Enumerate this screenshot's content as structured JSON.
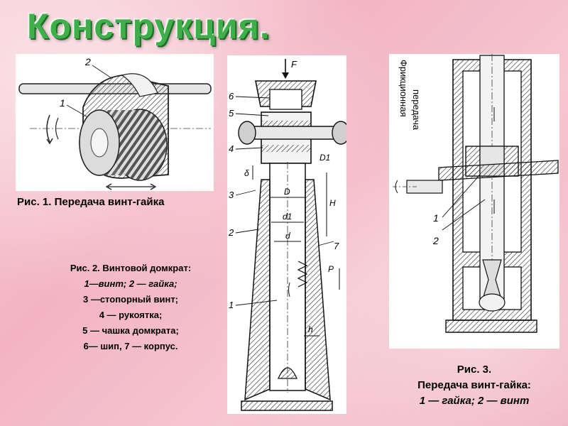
{
  "page_title": "Конструкция.",
  "figure1": {
    "caption": "Рис. 1. Передача винт-гайка",
    "labels": [
      "2",
      "1"
    ]
  },
  "figure2": {
    "caption_lines": [
      "Рис. 2. Винтовой домкрат:",
      "1—винт; 2 — гайка;",
      "3 —стопорный винт;",
      "4 — рукоятка;",
      "5 — чашка домкрата;",
      "6— шип, 7 — корпус."
    ],
    "labels": [
      "F",
      "6",
      "5",
      "4",
      "3",
      "2",
      "1",
      "7",
      "D1",
      "D",
      "d1",
      "d",
      "H",
      "P",
      "h",
      "δ"
    ]
  },
  "figure3": {
    "caption_lines": [
      "Рис. 3.",
      "Передача винт-гайка:",
      "1 — гайка; 2 — винт"
    ],
    "vertical_labels": [
      "Фрикционная",
      "передача"
    ],
    "labels": [
      "1",
      "2"
    ]
  },
  "colors": {
    "title": "#3fae4b",
    "background": "#f5bccb",
    "panel": "#ffffff"
  }
}
